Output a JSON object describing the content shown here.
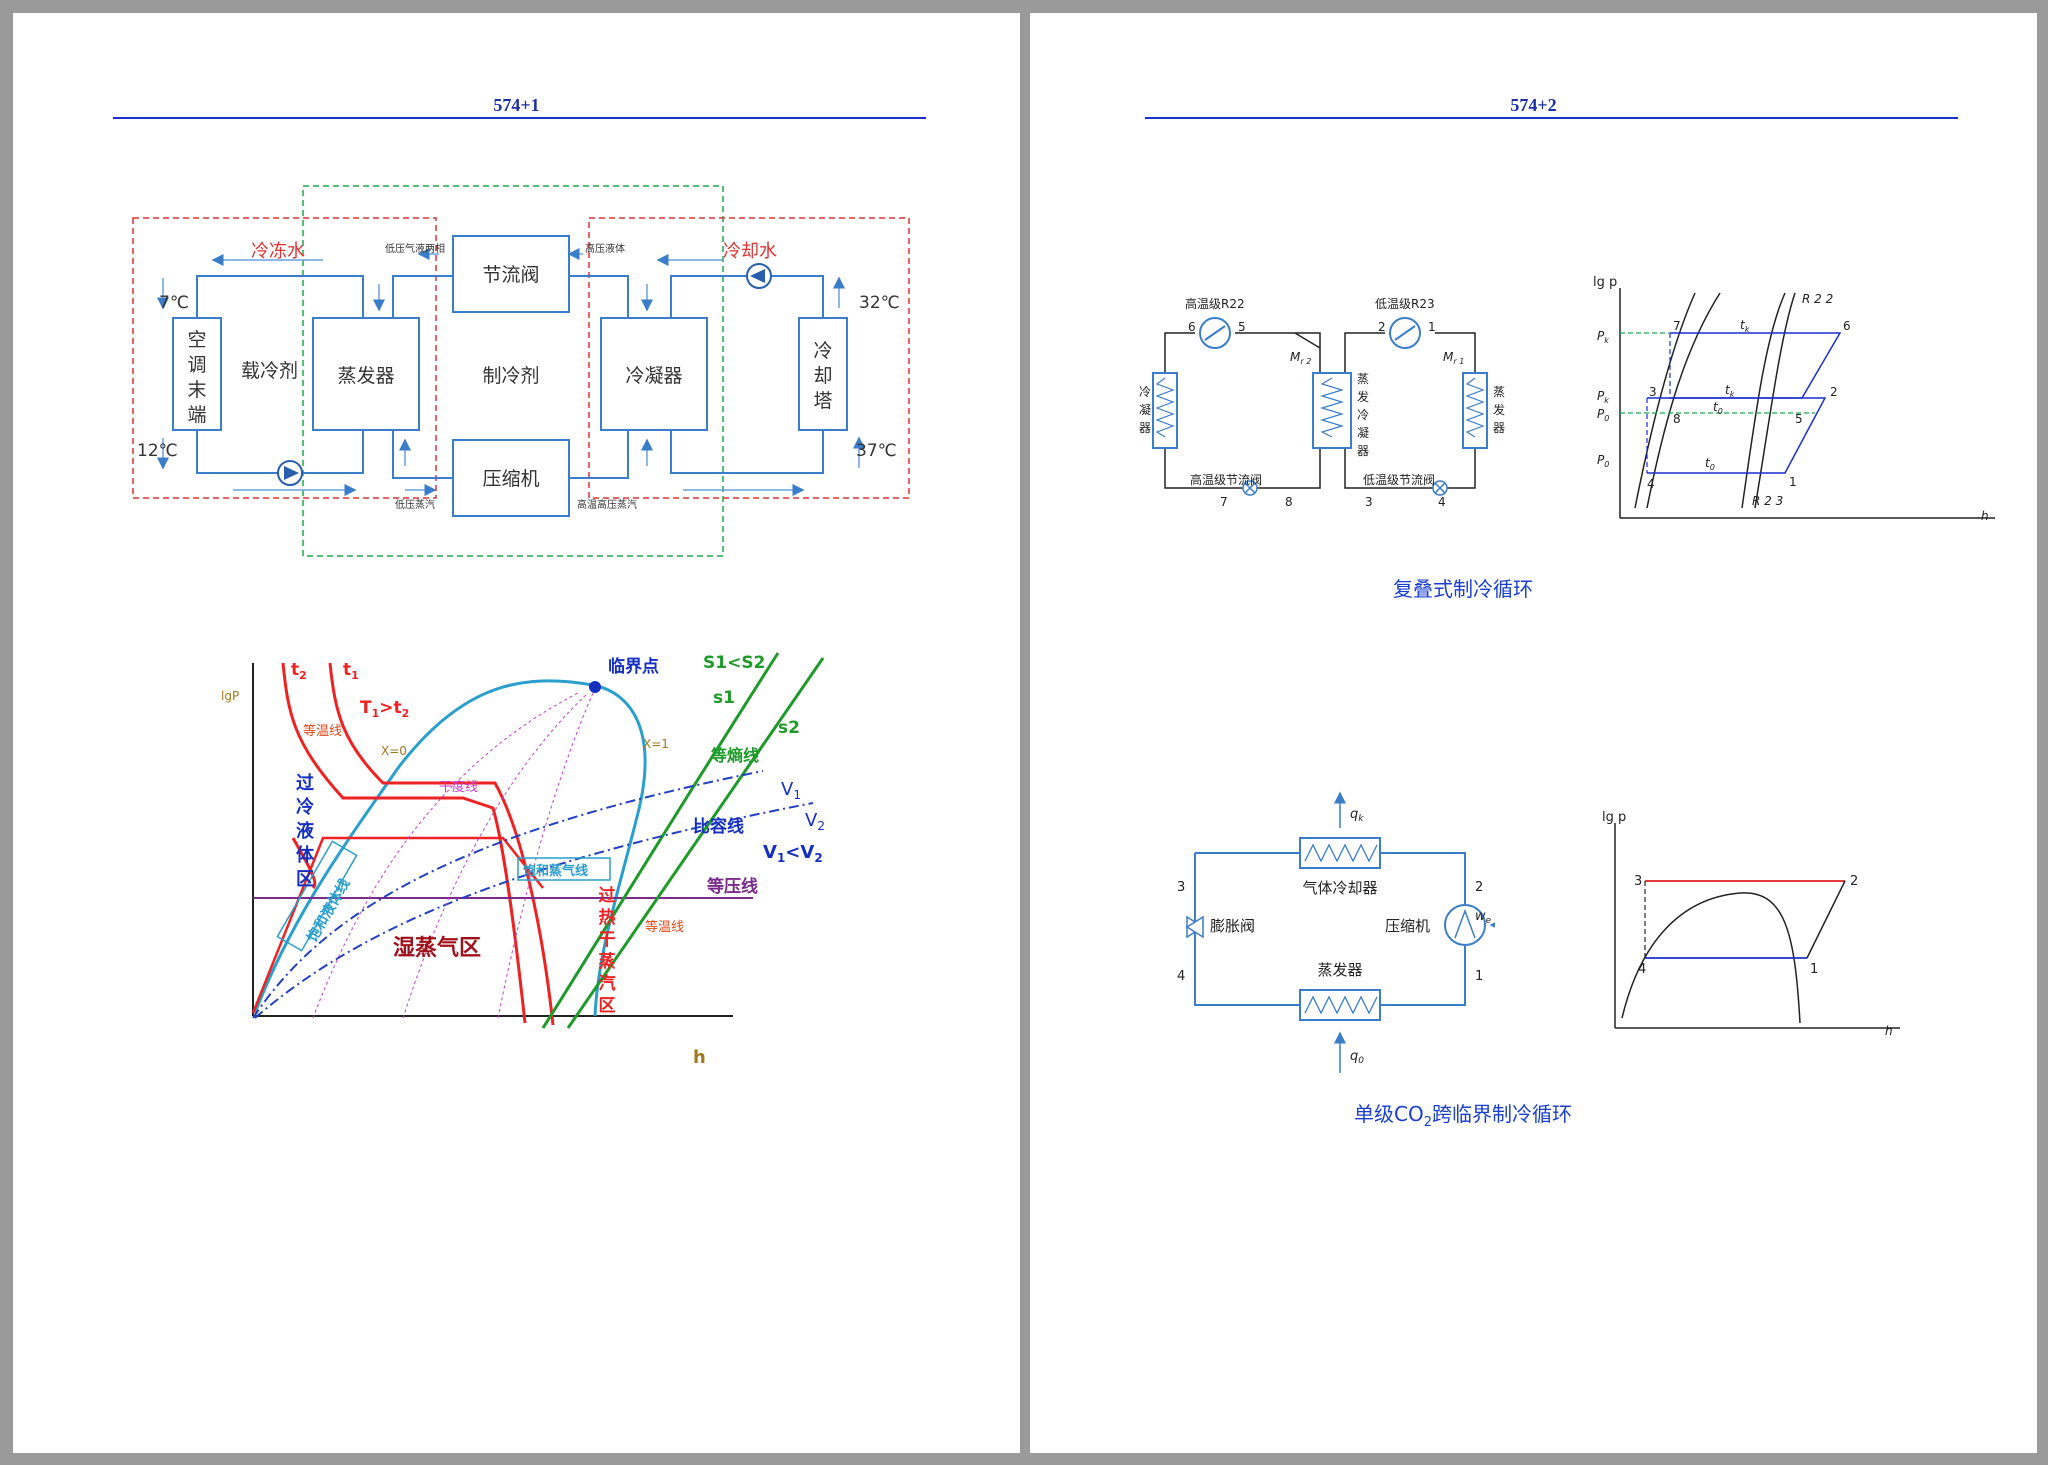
{
  "page1": {
    "header": "574+1",
    "fig1": {
      "chilled_water": "冷冻水",
      "cooling_water": "冷却水",
      "t7": "7℃",
      "t12": "12℃",
      "t32": "32℃",
      "t37": "37℃",
      "ac_terminal": [
        "空",
        "调",
        "末",
        "端"
      ],
      "carrier": "载冷剂",
      "evaporator": "蒸发器",
      "refrigerant": "制冷剂",
      "condenser": "冷凝器",
      "tower": [
        "冷",
        "却",
        "塔"
      ],
      "throttle": "节流阀",
      "compressor": "压缩机",
      "lp_two_phase": "低压气液两相",
      "hp_liquid": "高压液体",
      "lp_vapor": "低压蒸汽",
      "ht_hp_vapor": "高温高压蒸汽"
    },
    "fig2": {
      "ylabel": "lgP",
      "xlabel": "h",
      "t2": "t",
      "t2sub": "2",
      "t1": "t",
      "t1sub": "1",
      "tcmp": "T",
      "tcmp_sub1": "1",
      ">": ">",
      "tcmp_t": "t",
      "tcmp_sub2": "2",
      "critical": "临界点",
      "s_rel": "S1<S2",
      "s1": "s1",
      "s2": "s2",
      "isotherm": "等温线",
      "x0": "X=0",
      "x1": "X=1",
      "isentropic": "等熵线",
      "v1": "V",
      "v1sub": "1",
      "v2": "V",
      "v2sub": "2",
      "vrel_v1": "V",
      "vrel_sub1": "1",
      "vrel_lt": "<",
      "vrel_v2": "V",
      "vrel_sub2": "2",
      "dryness": "干度线",
      "specvol": "比容线",
      "subcooled": [
        "过",
        "冷",
        "液",
        "体",
        "区"
      ],
      "sat_liquid": "饱和液体线",
      "sat_vapor": "饱和蒸气线",
      "isobar": "等压线",
      "wet": "湿蒸气区",
      "superheat": [
        "过",
        "热",
        "干",
        "蒸",
        "汽",
        "区"
      ],
      "isotherm2": "等温线"
    }
  },
  "page2": {
    "header": "574+2",
    "cascade": {
      "ht_r22": "高温级R22",
      "lt_r23": "低温级R23",
      "condenser": [
        "冷",
        "凝",
        "器"
      ],
      "evap_cond": [
        "蒸",
        "发",
        "冷",
        "凝",
        "器"
      ],
      "evaporator": [
        "蒸",
        "发",
        "器"
      ],
      "ht_valve": "高温级节流阀",
      "lt_valve": "低温级节流阀",
      "mr2": "M",
      "mr2sub": "r 2",
      "mr1": "M",
      "mr1sub": "r 1",
      "n1": "1",
      "n2": "2",
      "n3": "3",
      "n4": "4",
      "n5": "5",
      "n6": "6",
      "n7": "7",
      "n8": "8",
      "caption": "复叠式制冷循环"
    },
    "lgp1": {
      "ylabel": "lg p",
      "xlabel": "h",
      "r22": "R 2 2",
      "r23": "R 2 3",
      "pk2": "P",
      "pk2sub": "k",
      "p_k": "P",
      "p_ksub": "k",
      "p0b": "P",
      "p0bsub": "0",
      "p0": "P",
      "p0sub": "0",
      "tk2": "t",
      "tk2sub": "k",
      "tk": "t",
      "tksub": "k",
      "t02": "t",
      "t02sub": "0",
      "t0": "t",
      "t0sub": "0",
      "n1": "1",
      "n2": "2",
      "n3": "3",
      "n4": "4",
      "n5": "5",
      "n6": "6",
      "n7": "7",
      "n8": "8"
    },
    "co2": {
      "qk": "q",
      "qksub": "k",
      "q0": "q",
      "q0sub": "0",
      "we": "w",
      "wesub": "e",
      "gas_cooler": "气体冷却器",
      "compressor": "压缩机",
      "valve": "膨胀阀",
      "evaporator": "蒸发器",
      "n1": "1",
      "n2": "2",
      "n3": "3",
      "n4": "4",
      "caption_pre": "单级CO",
      "caption_sub": "2",
      "caption_post": "跨临界制冷循环"
    },
    "lgp2": {
      "ylabel": "lg p",
      "xlabel": "h",
      "n1": "1",
      "n2": "2",
      "n3": "3",
      "n4": "4"
    }
  }
}
